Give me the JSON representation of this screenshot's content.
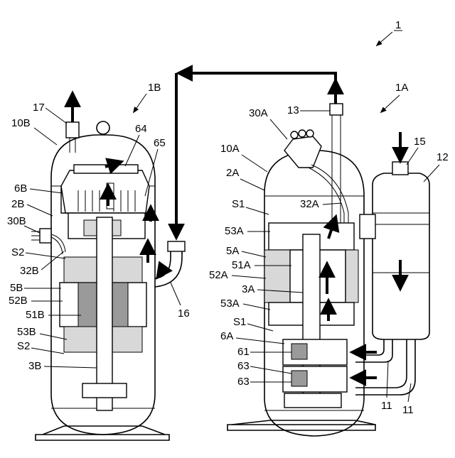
{
  "labels": {
    "system": "1",
    "comp_b": "1B",
    "comp_a": "1A",
    "l17": "17",
    "l10B": "10B",
    "l64": "64",
    "l65": "65",
    "l6B": "6B",
    "l2B": "2B",
    "l30B": "30B",
    "l32B": "32B",
    "l5B": "5B",
    "l52B": "52B",
    "l51B": "51B",
    "l53B": "53B",
    "lS2a": "S2",
    "lS2b": "S2",
    "l3B": "3B",
    "l16": "16",
    "l30A": "30A",
    "l13": "13",
    "l15": "15",
    "l12": "12",
    "l10A": "10A",
    "l2A": "2A",
    "lS1a": "S1",
    "l32A": "32A",
    "l53Aa": "53A",
    "l5A": "5A",
    "l51A": "51A",
    "l52A": "52A",
    "l3A": "3A",
    "l53Ab": "53A",
    "lS1b": "S1",
    "l6A": "6A",
    "l61": "61",
    "l63a": "63",
    "l63b": "63",
    "l11a": "11",
    "l11b": "11"
  }
}
